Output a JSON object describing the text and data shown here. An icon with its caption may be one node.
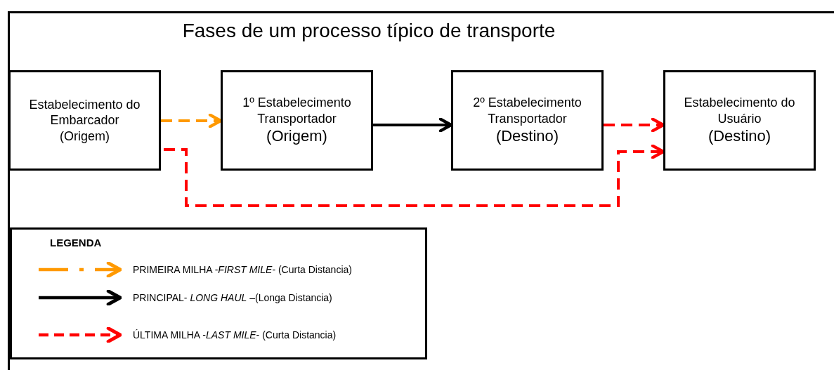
{
  "diagram": {
    "title": "Fases de um processo típico de transporte",
    "nodes": [
      {
        "text": [
          "Estabelecimento do Embarcador (Origem)"
        ]
      },
      {
        "text": [
          "1º Estabelecimento Transportador",
          "(Origem)"
        ]
      },
      {
        "text": [
          "2º Estabelecimento Transportador",
          "(Destino)"
        ]
      },
      {
        "text": [
          "Estabelecimento do Usuário",
          "(Destino)"
        ]
      }
    ],
    "edges": [
      {
        "from": 0,
        "to": 1,
        "arrow": "to",
        "style": "dashed",
        "color": "#ff9900"
      },
      {
        "from": 1,
        "to": 2,
        "arrow": "to",
        "color": "#000000"
      },
      {
        "from": 2,
        "to": 3,
        "arrow": "to",
        "style": "dashed",
        "color": "#ff0000"
      },
      {
        "from": 0,
        "to": 3,
        "arrow": "to",
        "style": "dashed",
        "color": "#ff0000"
      }
    ],
    "labels": [
      "LEGENDA"
    ],
    "legend": [
      {
        "text": "PRIMEIRA MILHA -*FIRST MILE*- (Curta Distancia)",
        "color": "#ff9900"
      },
      {
        "text": "PRINCIPAL- *LONG HAUL* –(Longa Distancia)",
        "color": "#000000"
      },
      {
        "text": "ÚLTIMA MILHA -*LAST MILE*- (Curta Distancia)",
        "color": "#ff0000"
      }
    ]
  }
}
